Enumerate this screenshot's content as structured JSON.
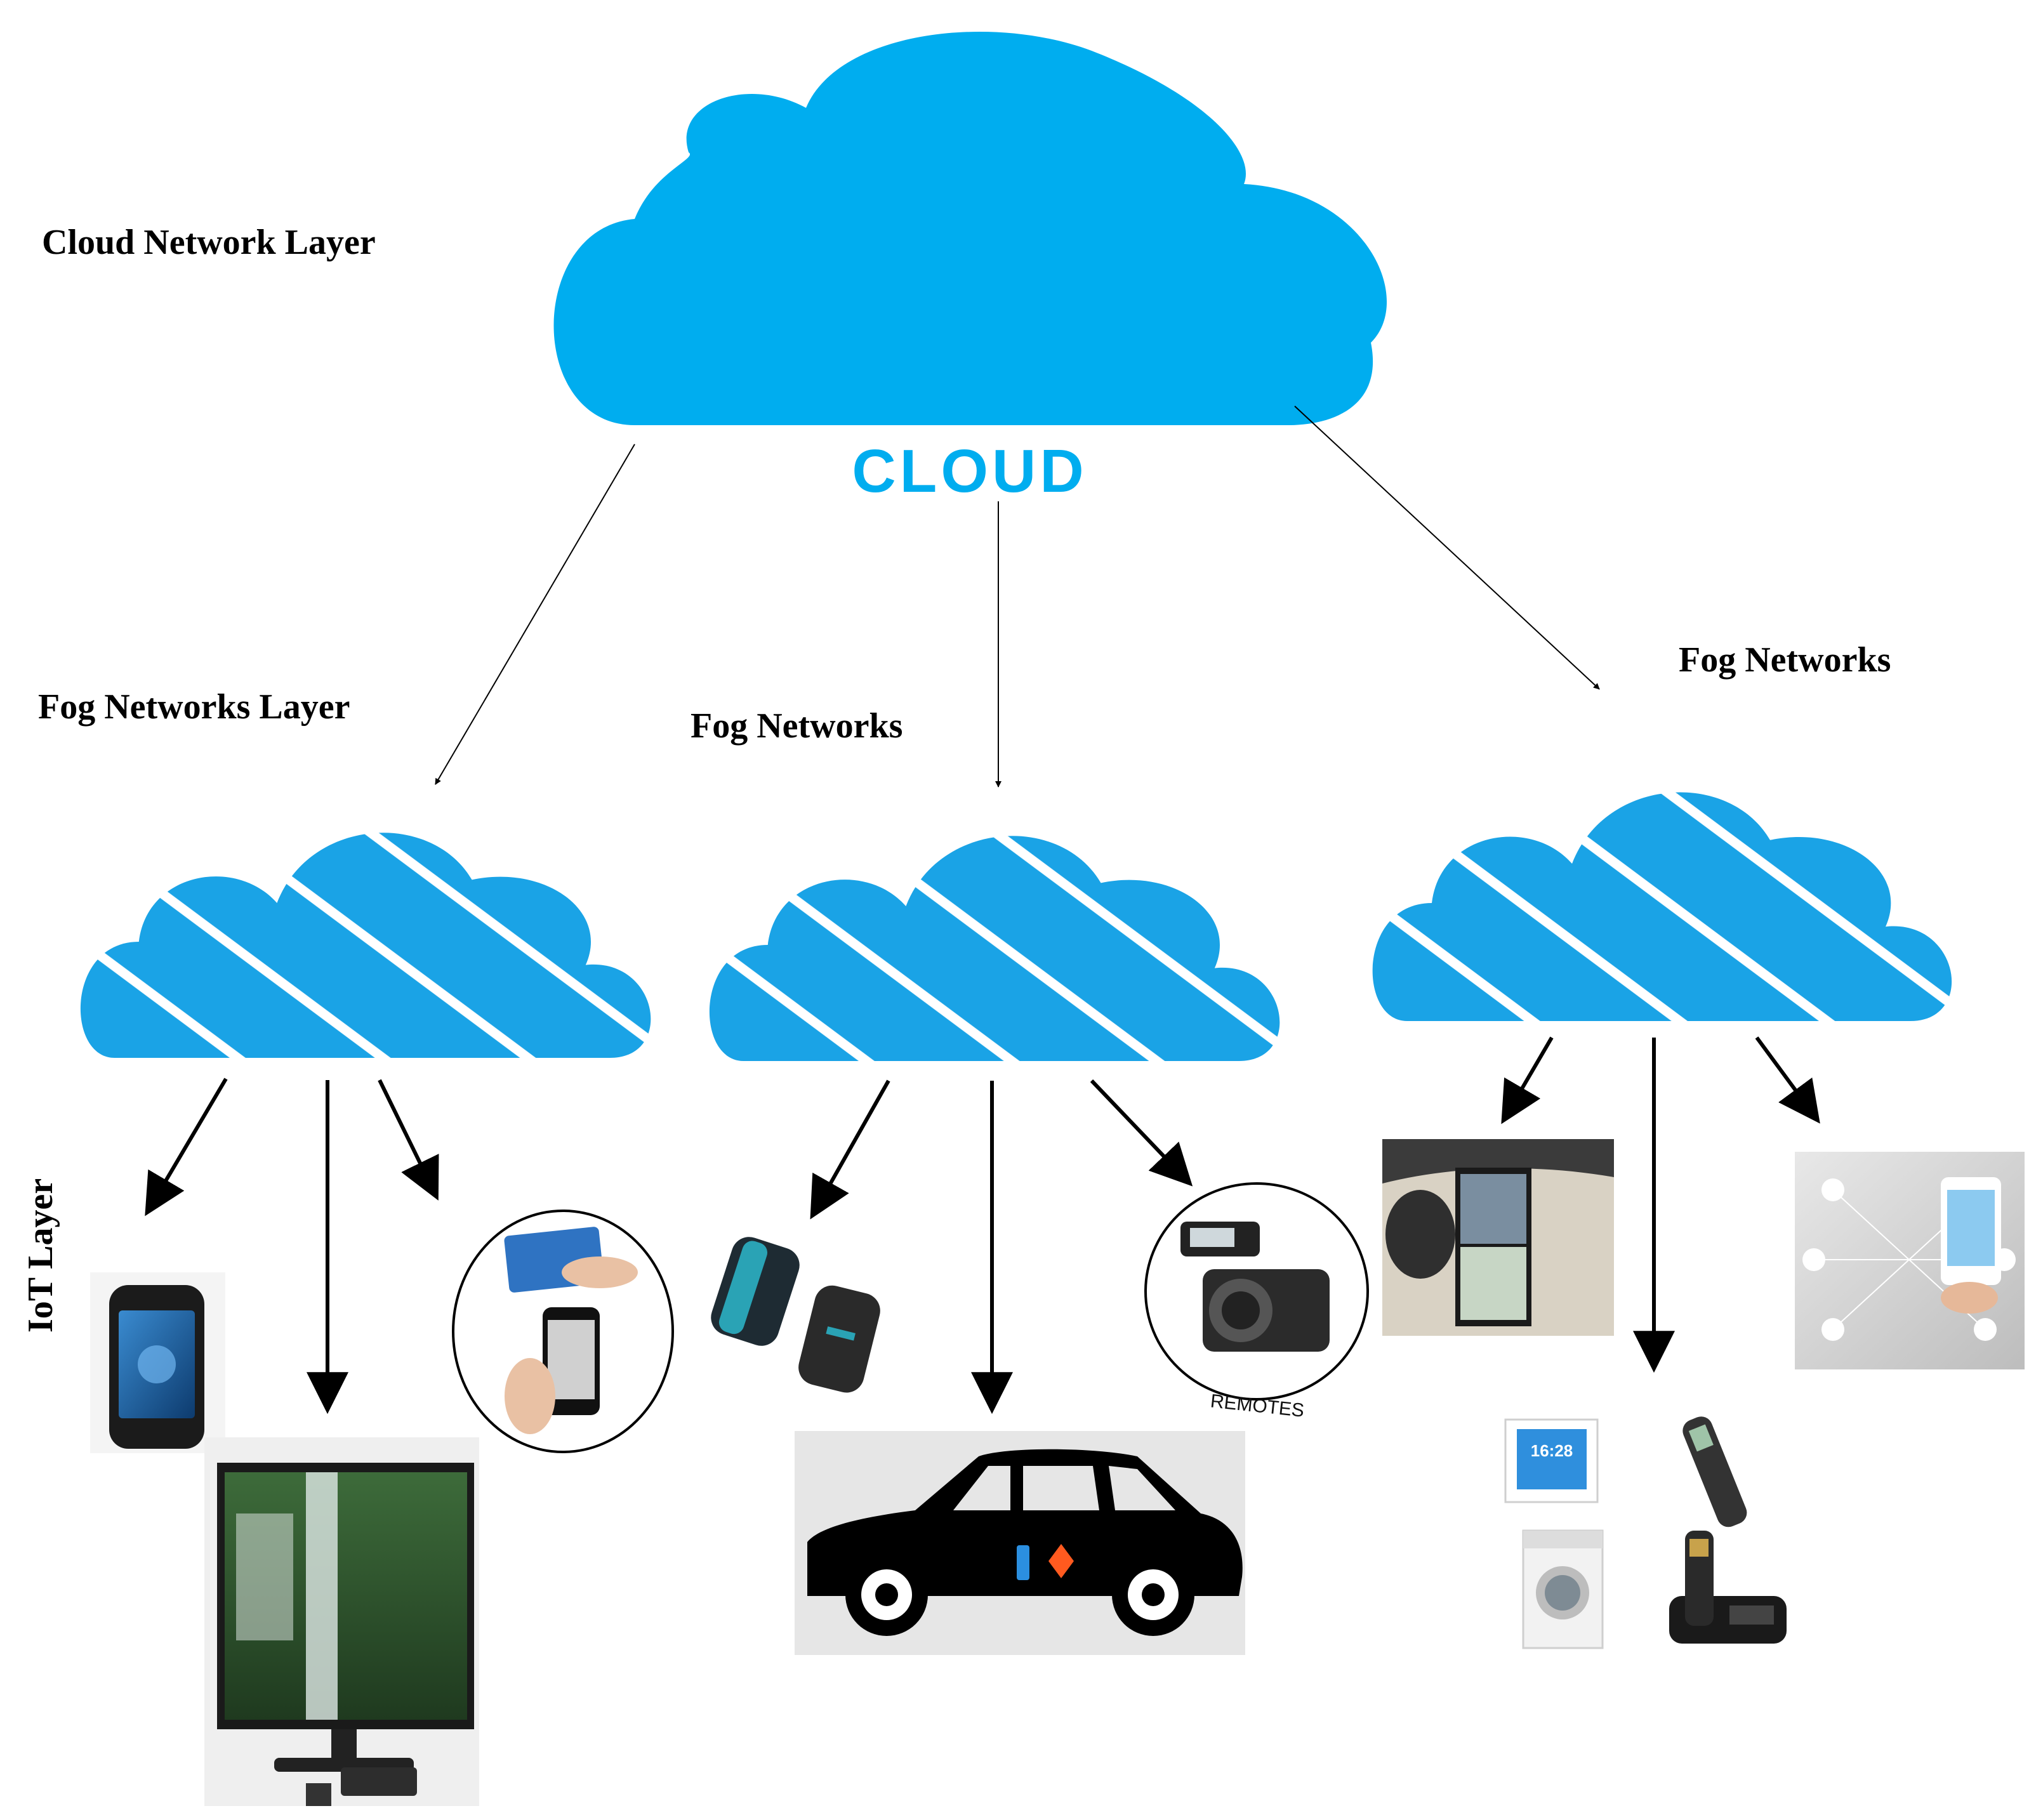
{
  "labels": {
    "cloud_layer": "Cloud Network Layer",
    "fog_layer": "Fog Networks Layer",
    "fog_middle": "Fog Networks",
    "fog_right": "Fog Networks",
    "iot_layer": "IoT Layer"
  },
  "cloud": {
    "word": "CLOUD",
    "color": "#00adef"
  },
  "fog_cloud": {
    "color": "#1aa3e6",
    "stripe_color": "#ffffff"
  },
  "devices": {
    "remotes_caption": "REMOTES",
    "clock_time": "16:28"
  }
}
